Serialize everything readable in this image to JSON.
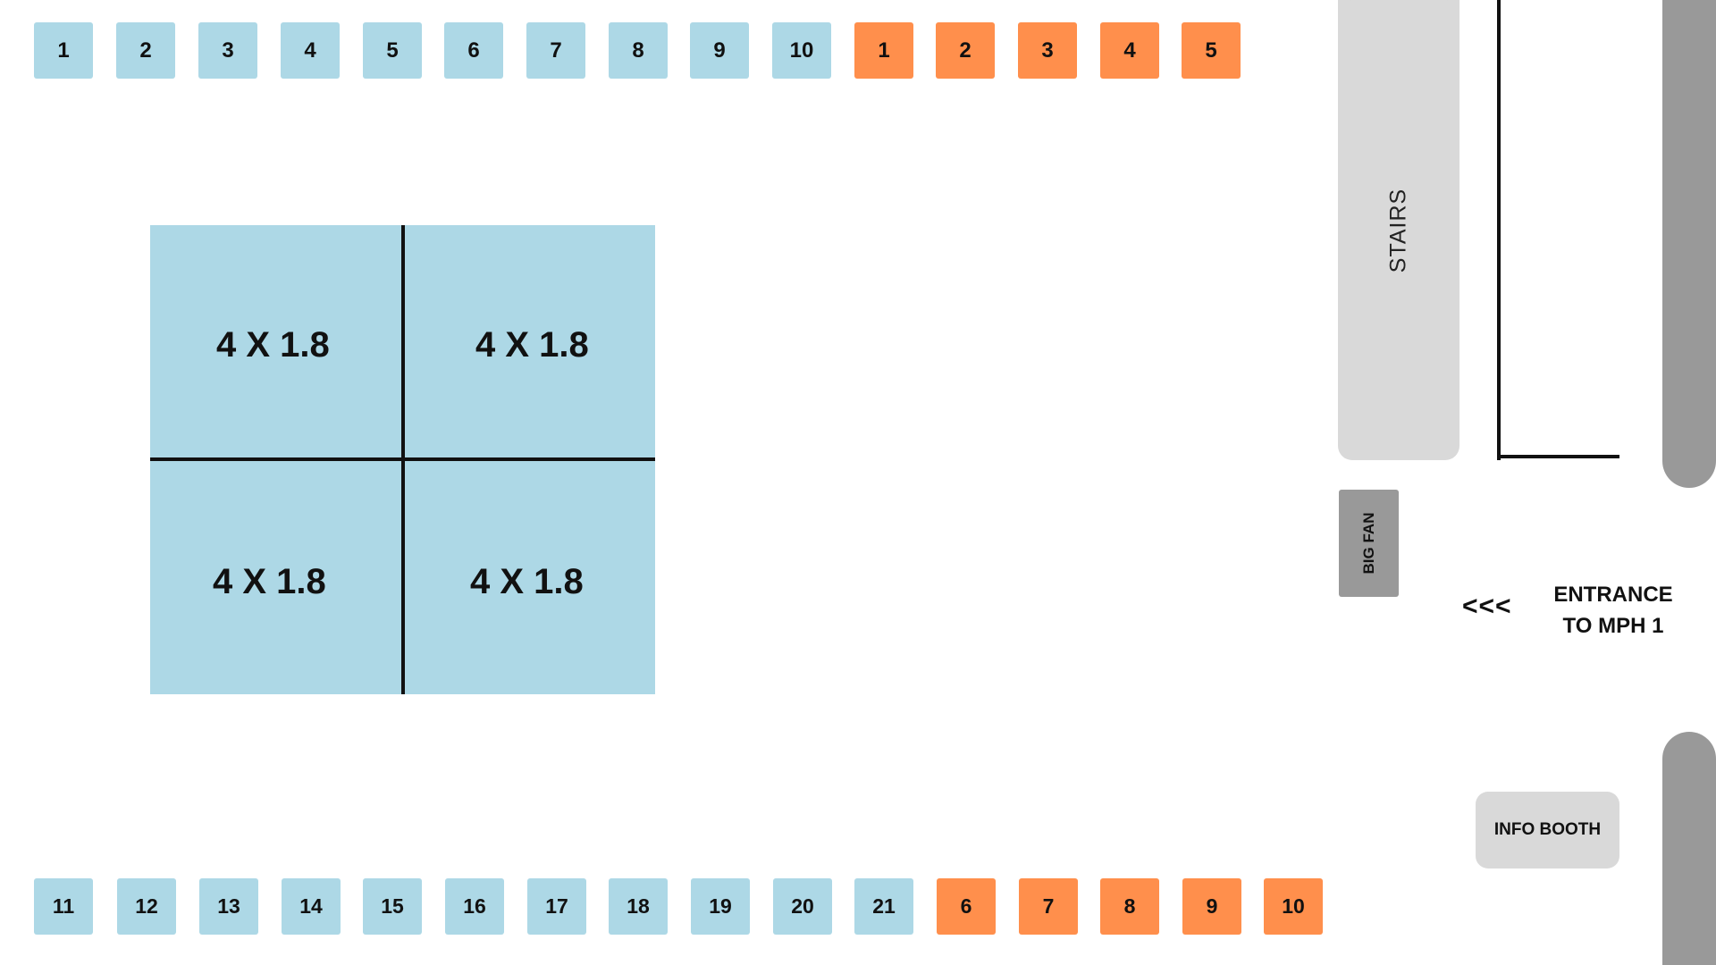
{
  "top_row": {
    "blue": [
      "1",
      "2",
      "3",
      "4",
      "5",
      "6",
      "7",
      "8",
      "9",
      "10"
    ],
    "orange": [
      "1",
      "2",
      "3",
      "4",
      "5"
    ]
  },
  "bottom_row": {
    "blue": [
      "11",
      "12",
      "13",
      "14",
      "15",
      "16",
      "17",
      "18",
      "19",
      "20",
      "21"
    ],
    "orange": [
      "6",
      "7",
      "8",
      "9",
      "10"
    ]
  },
  "grid": {
    "cells": [
      "4 X 1.8",
      "4 X 1.8",
      "4 X 1.8",
      "4 X 1.8"
    ]
  },
  "stairs_label": "STAIRS",
  "big_fan_label": "BIG FAN",
  "entrance": {
    "arrows": "<<<",
    "line1": "ENTRANCE",
    "line2": "TO MPH 1"
  },
  "info_booth_label": "INFO BOOTH",
  "colors": {
    "blue_booth": "#add8e6",
    "orange_booth": "#ff8f4c",
    "stairs": "#d9d9d9",
    "pillar": "#999999"
  }
}
